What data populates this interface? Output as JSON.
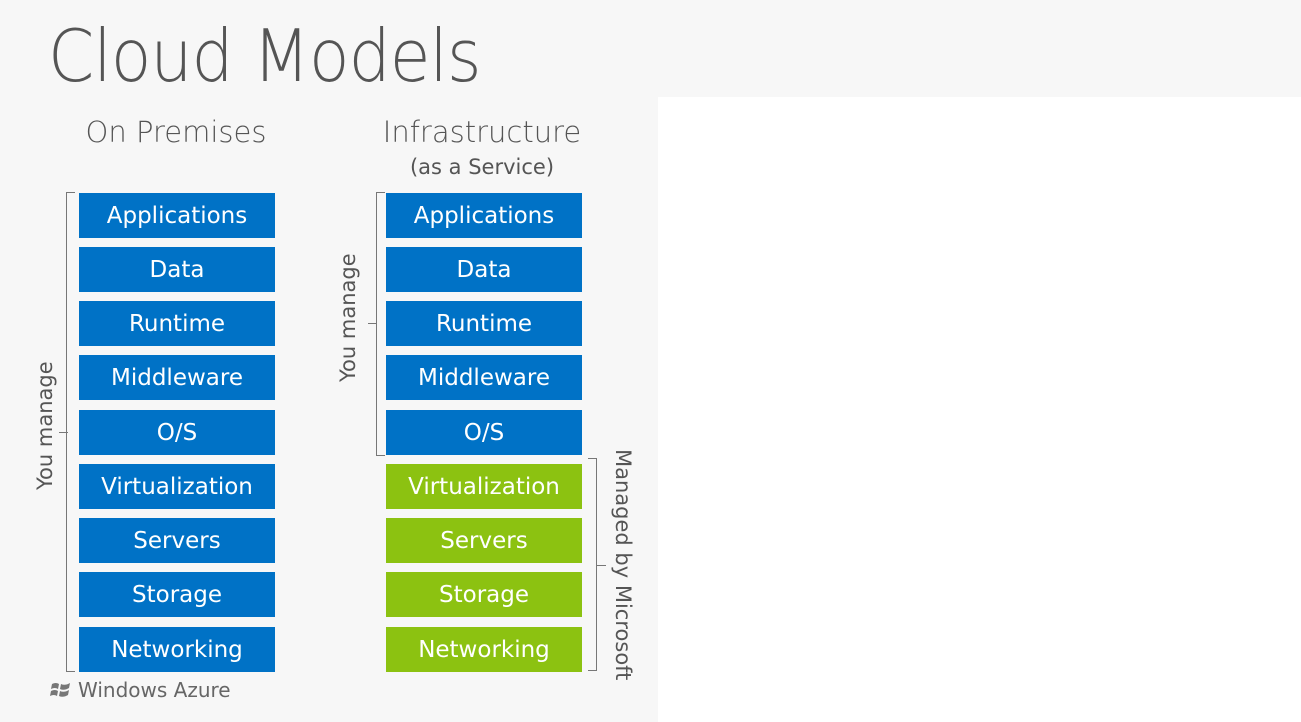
{
  "title": "Cloud Models",
  "columns": [
    {
      "heading": "On Premises",
      "subheading": "",
      "layers": [
        "Applications",
        "Data",
        "Runtime",
        "Middleware",
        "O/S",
        "Virtualization",
        "Servers",
        "Storage",
        "Networking"
      ],
      "you_manage_label": "You manage"
    },
    {
      "heading": "Infrastructure",
      "subheading": "(as a Service)",
      "layers": [
        "Applications",
        "Data",
        "Runtime",
        "Middleware",
        "O/S",
        "Virtualization",
        "Servers",
        "Storage",
        "Networking"
      ],
      "you_manage_label": "You manage",
      "managed_by_label": "Managed by Microsoft"
    }
  ],
  "footer": {
    "logo_text": "Windows Azure",
    "logo_icon": "windows-flag-icon"
  },
  "colors": {
    "you_manage": "#0072c6",
    "vendor_managed": "#8cc211"
  }
}
